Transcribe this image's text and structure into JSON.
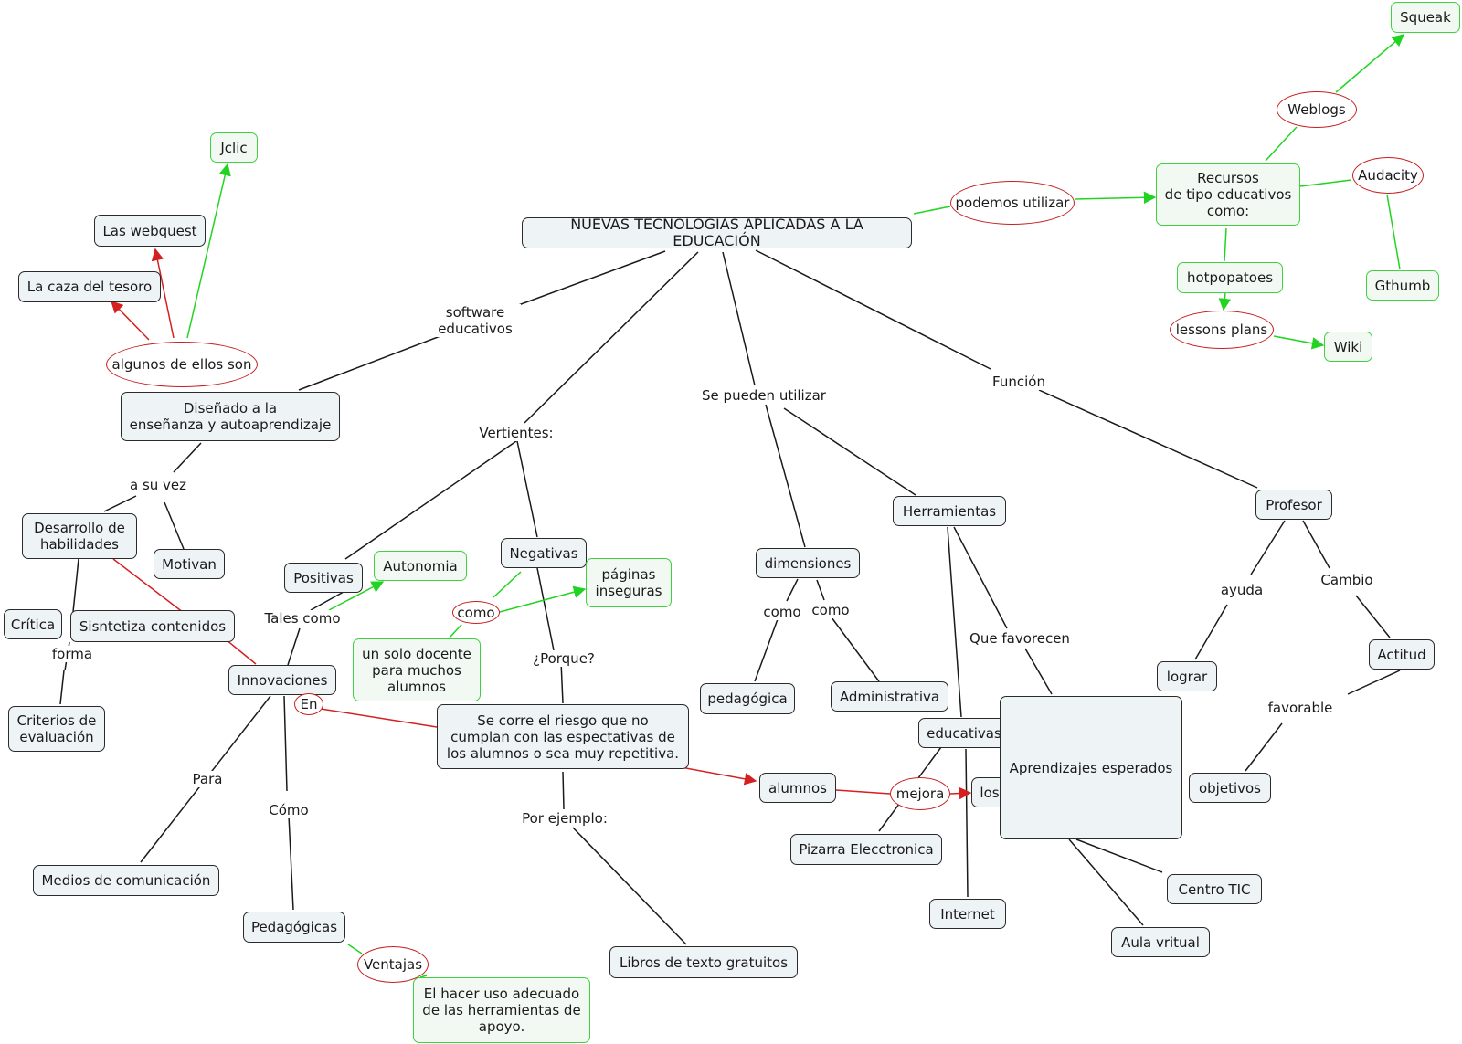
{
  "colors": {
    "line": "#1a1a1a",
    "red_link": "#d42020",
    "green_link": "#22d422",
    "green_border": "#3fd13f",
    "oval_border": "#c62020"
  },
  "nodes": {
    "main": "NUEVAS TECNOLOGIAS APLICADAS A LA EDUCACIÓN",
    "recursos": "Recursos\nde tipo educativos\ncomo:",
    "squeak": "Squeak",
    "hotpopatoes": "hotpopatoes",
    "gthumb": "Gthumb",
    "wiki": "Wiki",
    "jclic": "Jclic",
    "webquest": "Las webquest",
    "caza": "La caza del tesoro",
    "disenado": "Diseñado a la\nenseñanza y autoaprendizaje",
    "desarrollo": "Desarrollo de\nhabilidades",
    "motivan": "Motivan",
    "critica": "Crítica",
    "sisntetiza": "Sisntetiza contenidos",
    "criterios": "Criterios de\nevaluación",
    "positivas": "Positivas",
    "autonomia": "Autonomia",
    "negativas": "Negativas",
    "paginas": "páginas\ninseguras",
    "docente": "un solo docente\npara muchos\nalumnos",
    "innovaciones": "Innovaciones",
    "riesgo": "Se corre el riesgo que no\ncumplan con las espectativas de\nlos alumnos o sea muy repetitiva.",
    "medios": "Medios de comunicación",
    "pedagogicas": "Pedagógicas",
    "hacer": "El hacer uso adecuado\nde las herramientas de\napoyo.",
    "libros": "Libros de texto gratuitos",
    "dimensiones": "dimensiones",
    "pedagogica": "pedagógica",
    "administrativa": "Administrativa",
    "herramientas": "Herramientas",
    "educativas": "educativas",
    "alumnos": "alumnos",
    "los": "los",
    "pizarra": "Pizarra Elecctronica",
    "internet": "Internet",
    "aprendizajes": "Aprendizajes esperados",
    "centro": "Centro TIC",
    "aula": "Aula vritual",
    "profesor": "Profesor",
    "lograr": "lograr",
    "actitud": "Actitud",
    "objetivos": "objetivos"
  },
  "ovals": {
    "podemos": "podemos utilizar",
    "weblogs": "Weblogs",
    "audacity": "Audacity",
    "lessons": "lessons plans",
    "algunos": "algunos de ellos son",
    "como_neg": "como",
    "en": "En",
    "mejora": "mejora",
    "ventajas": "Ventajas"
  },
  "labels": {
    "software": "software\neducativos",
    "vertientes": "Vertientes:",
    "se_pueden": "Se pueden utilizar",
    "funcion": "Función",
    "a_su_vez": "a su vez",
    "forma": "forma",
    "tales": "Tales como",
    "porque": "¿Porque?",
    "para": "Para",
    "como_inn": "Cómo",
    "ejemplo": "Por ejemplo:",
    "como_dim1": "como",
    "como_dim2": "como",
    "favorecen": "Que favorecen",
    "ayuda": "ayuda",
    "cambio": "Cambio",
    "favorable": "favorable"
  }
}
